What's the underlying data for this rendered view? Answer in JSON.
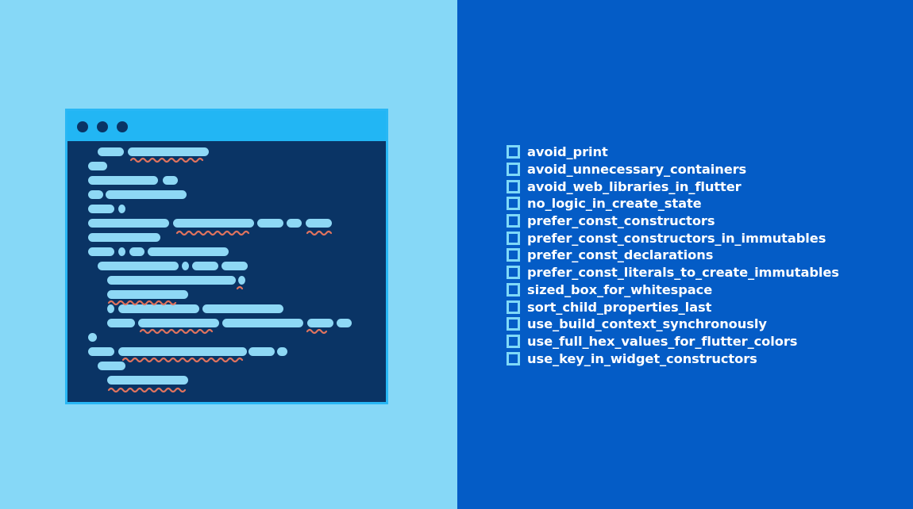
{
  "colors": {
    "left_background": "#86d8f7",
    "right_background": "#045cc6",
    "editor_background": "#0a3465",
    "editor_title_bar": "#22b6f4",
    "code_token": "#8ed8f5",
    "squiggle_error": "#e0735e",
    "checkbox_outline": "#7fd9f8",
    "rule_text": "#ffffff"
  },
  "icons": {
    "window_controls": "three-dots-icon",
    "code_lines": "redacted-code-lines-icon",
    "squiggles": "lint-warning-squiggle-icon",
    "checkbox": "checkbox-icon"
  },
  "lint_rules": [
    "avoid_print",
    "avoid_unnecessary_containers",
    "avoid_web_libraries_in_flutter",
    "no_logic_in_create_state",
    "prefer_const_constructors",
    "prefer_const_constructors_in_immutables",
    "prefer_const_declarations",
    "prefer_const_literals_to_create_immutables",
    "sized_box_for_whitespace",
    "sort_child_properties_last",
    "use_build_context_synchronously",
    "use_full_hex_values_for_flutter_colors",
    "use_key_in_widget_constructors"
  ]
}
